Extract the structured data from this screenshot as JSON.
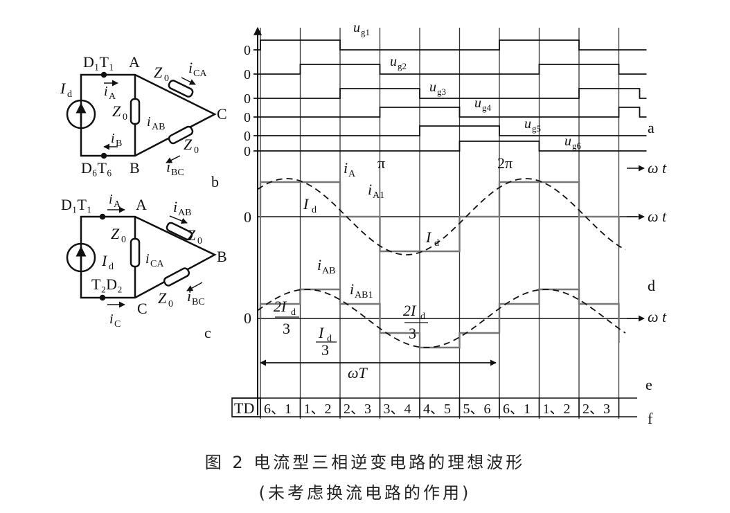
{
  "circuit_b": {
    "top_label": "D₁T₁",
    "node_a": "A",
    "node_b": "B",
    "node_c": "C",
    "bottom_label": "D₆T₆",
    "source": "I",
    "source_sub": "d",
    "i_a": "i",
    "i_a_sub": "A",
    "i_b": "i",
    "i_b_sub": "B",
    "z_top": "Z",
    "z_top_sub": "0",
    "z_mid": "Z",
    "z_mid_sub": "0",
    "z_bottom": "Z",
    "z_bottom_sub": "0",
    "i_ca": "i",
    "i_ca_sub": "CA",
    "i_ab": "i",
    "i_ab_sub": "AB",
    "i_bc": "i",
    "i_bc_sub": "BC",
    "letter": "b"
  },
  "circuit_c": {
    "top_label": "D₁T₁",
    "node_a": "A",
    "node_b": "B",
    "node_c": "C",
    "bottom_label": "T₂D₂",
    "source": "I",
    "source_sub": "d",
    "i_a": "i",
    "i_a_sub": "A",
    "i_c": "i",
    "i_c_sub": "C",
    "z_left": "Z",
    "z_left_sub": "0",
    "z_ab": "Z",
    "z_ab_sub": "0",
    "z_bc": "Z",
    "z_bc_sub": "0",
    "i_ab": "i",
    "i_ab_sub": "AB",
    "i_ca": "i",
    "i_ca_sub": "CA",
    "i_bc": "i",
    "i_bc_sub": "BC",
    "letter": "c"
  },
  "gate_signals": {
    "zero": "0",
    "labels": [
      "u",
      "u",
      "u",
      "u",
      "u",
      "u"
    ],
    "subs": [
      "g1",
      "g2",
      "g3",
      "g4",
      "g5",
      "g6"
    ],
    "pi": "π",
    "two_pi": "2π",
    "letter": "a"
  },
  "line_current": {
    "zero": "0",
    "i_a": "i",
    "i_a_sub": "A",
    "i_a1": "i",
    "i_a1_sub": "A1",
    "id_left": "I",
    "id_left_sub": "d",
    "id_right": "I",
    "id_right_sub": "d",
    "axis": "ω t",
    "letter": "d"
  },
  "phase_current": {
    "zero": "0",
    "i_ab": "i",
    "i_ab_sub": "AB",
    "i_ab1": "i",
    "i_ab1_sub": "AB1",
    "two_id_left_num": "2I",
    "two_id_left_sub": "d",
    "two_id_left_den": "3",
    "id_third_num": "I",
    "id_third_sub": "d",
    "id_third_den": "3",
    "two_id_mid_num": "2I",
    "two_id_mid_sub": "d",
    "two_id_mid_den": "3",
    "axis": "ω t",
    "period": "ωT",
    "letter": "e"
  },
  "axis_top_label": "ω t",
  "conduction_row": {
    "head": "TD",
    "cells": [
      "6、1",
      "1、2",
      "2、3",
      "3、4",
      "4、5",
      "5、6",
      "6、1",
      "1、2",
      "2、3"
    ],
    "letter": "f"
  },
  "caption": {
    "line1": "图 2   电流型三相逆变电路的理想波形",
    "line2": "(未考虑换流电路的作用)"
  }
}
